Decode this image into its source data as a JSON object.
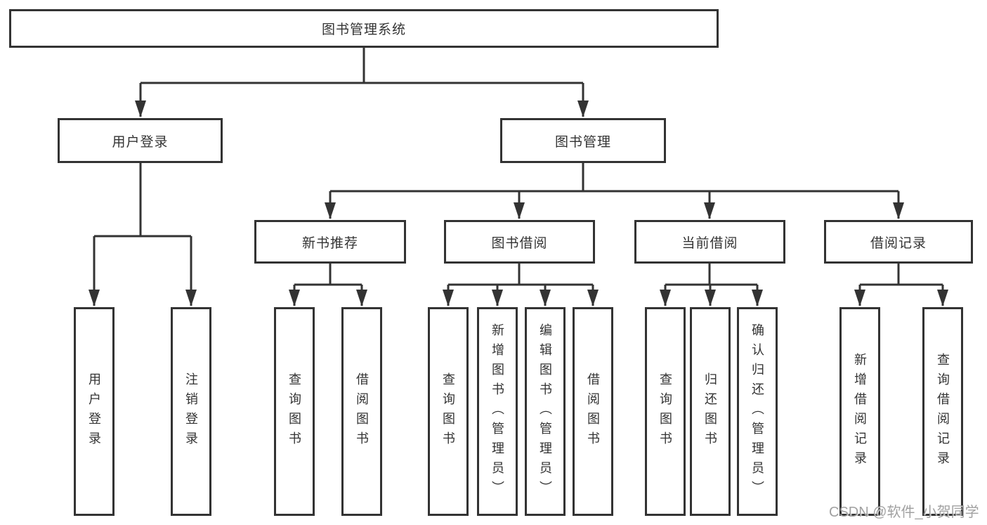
{
  "tree": {
    "root": {
      "label": "图书管理系统"
    },
    "branches": [
      {
        "label": "用户登录",
        "children": [
          {
            "label": "用户登录"
          },
          {
            "label": "注销登录"
          }
        ]
      },
      {
        "label": "图书管理",
        "sections": [
          {
            "label": "新书推荐",
            "children": [
              {
                "label": "查询图书"
              },
              {
                "label": "借阅图书"
              }
            ]
          },
          {
            "label": "图书借阅",
            "children": [
              {
                "label": "查询图书"
              },
              {
                "label": "新增图书（管理员）"
              },
              {
                "label": "编辑图书（管理员）"
              },
              {
                "label": "借阅图书"
              }
            ]
          },
          {
            "label": "当前借阅",
            "children": [
              {
                "label": "查询图书"
              },
              {
                "label": "归还图书"
              },
              {
                "label": "确认归还（管理员）"
              }
            ]
          },
          {
            "label": "借阅记录",
            "children": [
              {
                "label": "新增借阅记录"
              },
              {
                "label": "查询借阅记录"
              }
            ]
          }
        ]
      }
    ]
  },
  "style": {
    "line_color": "#333333",
    "text_color": "#333333",
    "watermark_color": "#949494"
  },
  "watermark": {
    "text": "CSDN @软件_小贺同学"
  }
}
